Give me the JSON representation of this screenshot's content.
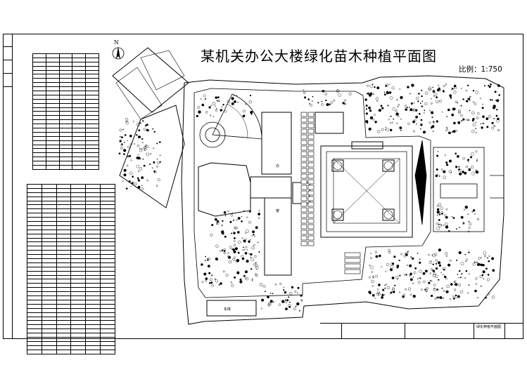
{
  "drawing": {
    "title": "某机关办公大楼绿化苗木种植平面图",
    "scale_label": "比例：1:750",
    "north_label": "N",
    "plan_labels": {
      "building_left_top": "办",
      "building_left_bottom": "楼",
      "garage": "车库"
    },
    "title_block": {
      "drawing_name": "绿化种植平面图"
    }
  },
  "legend_tables": [
    {
      "name": "upper-plant-list",
      "rows": 28,
      "cols": 5
    },
    {
      "name": "lower-plant-list",
      "rows": 41,
      "cols": 6
    }
  ],
  "colors": {
    "ink": "#000000",
    "paper": "#ffffff"
  }
}
